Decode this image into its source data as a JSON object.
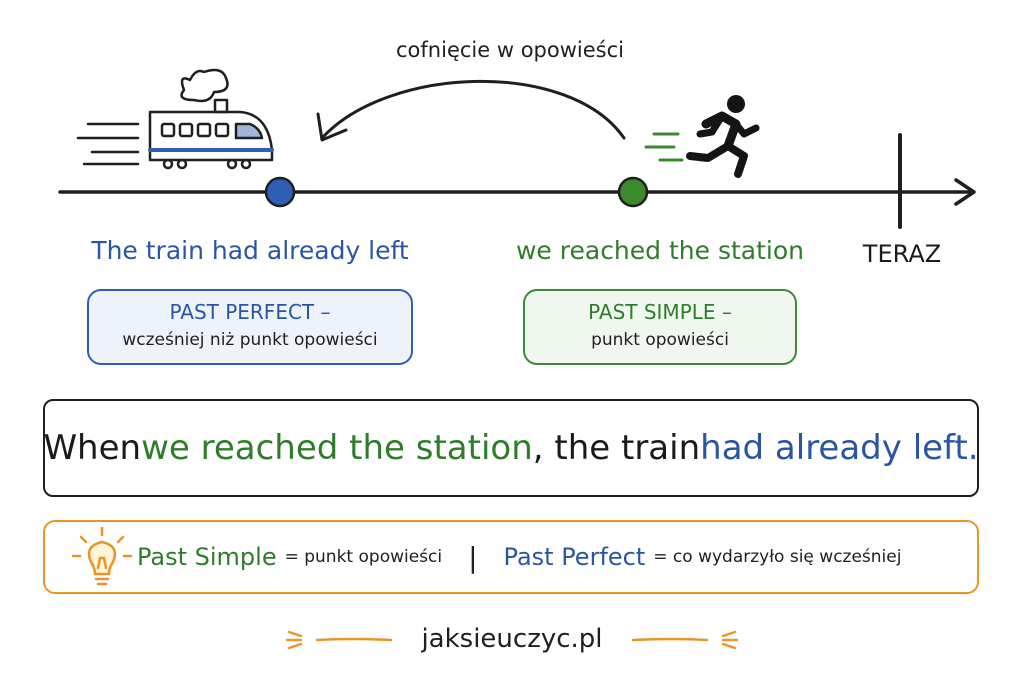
{
  "arc_label": "cofnięcie w opowieści",
  "now_label": "TERAZ",
  "left_event": {
    "title": "The train had already left",
    "box_title": "PAST PERFECT –",
    "box_desc": "wcześniej niż punkt opowieści"
  },
  "right_event": {
    "title": "we reached the station",
    "box_title": "PAST SIMPLE –",
    "box_desc": "punkt opowieści"
  },
  "sentence": {
    "part1": "When ",
    "part2": "we reached the station",
    "part3": ", the train ",
    "part4": "had already left",
    "part5": "."
  },
  "tip": {
    "term1": "Past Simple",
    "desc1": "= punkt opowieści",
    "separator": "|",
    "term2": "Past Perfect",
    "desc2": "= co wydarzyło się wcześniej"
  },
  "footer": {
    "site": "jaksieuczyc.pl"
  },
  "colors": {
    "blue": "#2a55a5",
    "green": "#2f7d2a",
    "orange": "#e8952a",
    "ink": "#1f1f1f"
  },
  "icons": {
    "train": "train-icon",
    "runner": "running-person-icon",
    "bulb": "lightbulb-icon"
  }
}
